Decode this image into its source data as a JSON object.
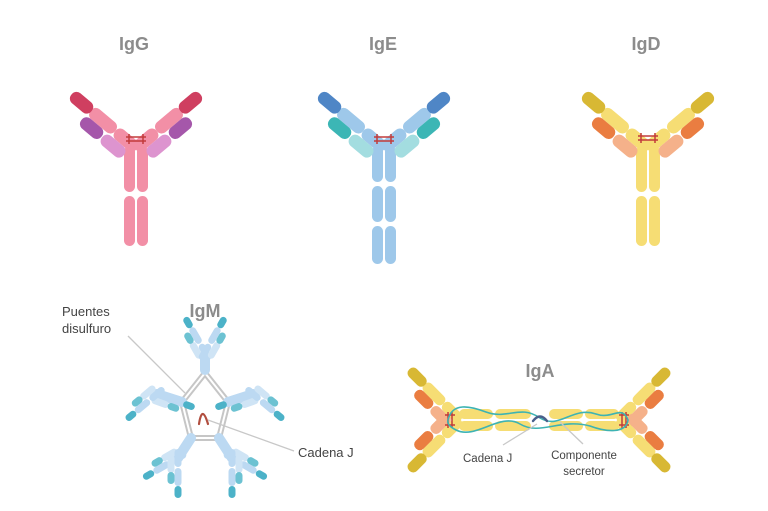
{
  "labels": {
    "igg": "IgG",
    "ige": "IgE",
    "igd": "IgD",
    "igm": "IgM",
    "iga": "IgA",
    "puentes_1": "Puentes",
    "puentes_2": "disulfuro",
    "cadena_j_igm": "Cadena J",
    "cadena_j_iga": "Cadena J",
    "componente_1": "Componente",
    "componente_2": "secretor"
  },
  "colors": {
    "igg": {
      "heavy": "#f28fa6",
      "light": "#dd94cf",
      "dark_heavy": "#cf3f60",
      "dark_light": "#a557aa"
    },
    "ige": {
      "heavy": "#9ec8ea",
      "light": "#a3dde0",
      "dark_heavy": "#4f86c6",
      "dark_light": "#3cb6b5"
    },
    "igd": {
      "heavy": "#f6dd74",
      "light": "#f5b18a",
      "dark_heavy": "#d8b834",
      "dark_light": "#ea7d41"
    },
    "igm": {
      "heavy": "#bcd9f2",
      "dark": "#4cb2c8",
      "pentagon": "#c6c6c6",
      "chain_j": "#b14e3f"
    },
    "iga": {
      "heavy": "#f6dd74",
      "light": "#f5b18a",
      "dark_heavy": "#d8b834",
      "dark_light": "#ea7d41",
      "secretory": "#3db3b3",
      "chain_j": "#4a5f8a"
    },
    "disulfide": "#c23b3b",
    "pointer": "#c8c8c8"
  }
}
